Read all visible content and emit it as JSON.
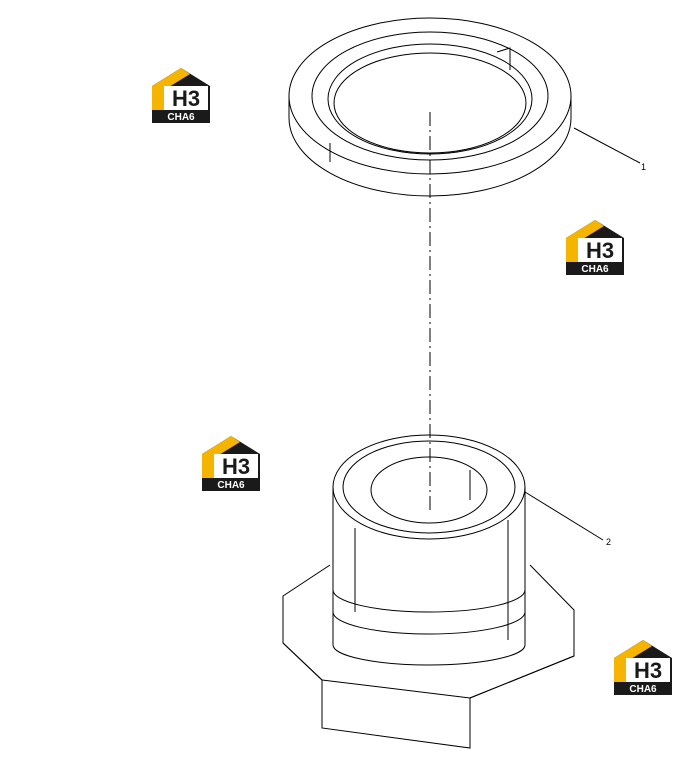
{
  "diagram": {
    "callouts": [
      "1",
      "2"
    ],
    "watermark": {
      "top": "H3",
      "bottom": "CHA6",
      "icon": "house-logo-icon"
    },
    "colors": {
      "line": "#000000",
      "logo_yellow": "#f4b400",
      "logo_dark": "#1a1a1a"
    }
  }
}
